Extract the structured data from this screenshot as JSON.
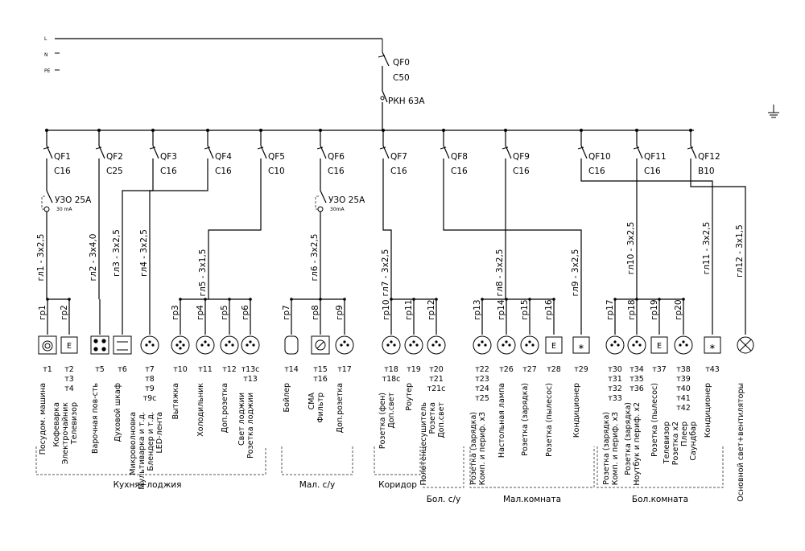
{
  "supply": {
    "l": "L",
    "n": "N",
    "pe": "PE"
  },
  "main": {
    "breaker": "QF0",
    "rating": "C50",
    "switch": "РКН 63А"
  },
  "groups": [
    {
      "breaker": "QF1",
      "rating": "C16",
      "rcd": "УЗО 25А",
      "rcd_ma": "30 mA",
      "line": "гл1 - 3х2,5",
      "outlets": [
        {
          "label": "гр1",
          "symbol": "washer",
          "points": [
            "т1"
          ],
          "desc": [
            "Посудом. машина"
          ]
        },
        {
          "label": "гр2",
          "symbol": "e-socket",
          "points": [
            "т2",
            "т3",
            "т4"
          ],
          "desc": [
            "Кофеварка",
            "Электрочайник",
            "Телевизор"
          ]
        }
      ]
    },
    {
      "breaker": "QF2",
      "rating": "C25",
      "line": "гл2 - 3х4,0",
      "outlets": [
        {
          "symbol": "hob",
          "points": [
            "т5"
          ],
          "desc": [
            "Варочная пов-сть"
          ]
        }
      ]
    },
    {
      "breaker": "QF3",
      "rating": "C16",
      "line": "гл3 - 3х2,5",
      "outlets": [
        {
          "symbol": "oven",
          "points": [
            "т6"
          ],
          "desc": [
            "Духовой шкаф"
          ]
        }
      ]
    },
    {
      "breaker": "QF4",
      "rating": "C16",
      "line": "гл4 - 3х2,5",
      "outlets": [
        {
          "symbol": "socket",
          "points": [
            "т7",
            "т8",
            "т9",
            "т9с"
          ],
          "desc": [
            "Микроволновка",
            "Мультиварка и т.д.",
            "Блендер и т.д.",
            "LED-лента"
          ]
        }
      ]
    },
    {
      "breaker": "QF5",
      "rating": "C10",
      "line": "гл5 - 3х1,5",
      "outlets": [
        {
          "label": "гр3",
          "symbol": "fan",
          "points": [
            "т10"
          ],
          "desc": [
            "Вытяжка"
          ]
        },
        {
          "label": "гр4",
          "symbol": "socket",
          "points": [
            "т11"
          ],
          "desc": [
            "Холодильник"
          ]
        },
        {
          "label": "гр5",
          "symbol": "socket",
          "points": [
            "т12"
          ],
          "desc": [
            "Доп.розетка"
          ]
        },
        {
          "label": "гр6",
          "symbol": "socket",
          "points": [
            "т13с",
            "т13"
          ],
          "desc": [
            "Свет лоджии",
            "Розетка лоджии"
          ]
        }
      ]
    },
    {
      "breaker": "QF6",
      "rating": "C16",
      "rcd": "УЗО 25А",
      "rcd_ma": "30mA",
      "line": "гл6 - 3х2,5",
      "outlets": [
        {
          "label": "гр7",
          "symbol": "boiler",
          "points": [
            "т14"
          ],
          "desc": [
            "Бойлер"
          ]
        },
        {
          "label": "гр8",
          "symbol": "filter",
          "points": [
            "т15",
            "т16"
          ],
          "desc": [
            "СМА",
            "Фильтр"
          ]
        },
        {
          "label": "гр9",
          "symbol": "socket",
          "points": [
            "т17"
          ],
          "desc": [
            "Доп.розетка"
          ]
        }
      ]
    },
    {
      "breaker": "QF7",
      "rating": "C16",
      "line": "гл7 - 3х2,5",
      "outlets": [
        {
          "label": "гр10",
          "symbol": "socket",
          "points": [
            "т18",
            "т18с"
          ],
          "desc": [
            "Розетка (фен)",
            "Доп.свет"
          ]
        },
        {
          "label": "гр11",
          "symbol": "socket",
          "points": [
            "т19"
          ],
          "desc": [
            "Роутер"
          ]
        },
        {
          "label": "гр12",
          "symbol": "socket",
          "points": [
            "т20",
            "т21",
            "т21с"
          ],
          "desc": [
            "Полотенцесушитель",
            "Розетка",
            "Доп.свет"
          ]
        }
      ]
    },
    {
      "breaker": "QF8",
      "rating": "C16",
      "line": "гл8 - 3х2,5",
      "outlets": [
        {
          "label": "гр13",
          "symbol": "socket",
          "points": [
            "т22",
            "т23",
            "т24",
            "т25"
          ],
          "desc": [
            "Розетка (зарядка)",
            "Комп. и периф. х3"
          ]
        },
        {
          "label": "гр14",
          "symbol": "socket",
          "points": [
            "т26"
          ],
          "desc": [
            "Настольная лампа"
          ]
        },
        {
          "label": "гр15",
          "symbol": "socket",
          "points": [
            "т27"
          ],
          "desc": [
            "Розетка (зарядка)"
          ]
        },
        {
          "label": "гр16",
          "symbol": "e-socket",
          "points": [
            "т28"
          ],
          "desc": [
            "Розетка (пылесос)"
          ]
        }
      ]
    },
    {
      "breaker": "QF9",
      "rating": "C16",
      "line": "гл9 - 3х2,5",
      "outlets": [
        {
          "symbol": "ac",
          "points": [
            "т29"
          ],
          "desc": [
            "Кондиционер"
          ]
        }
      ]
    },
    {
      "breaker": "QF10",
      "rating": "C16",
      "line": "гл10 - 3х2,5",
      "outlets": [
        {
          "label": "гр17",
          "symbol": "socket",
          "points": [
            "т30",
            "т31",
            "т32",
            "т33"
          ],
          "desc": [
            "Розетка (зарядка)",
            "Комп. и периф. х3"
          ]
        },
        {
          "label": "гр18",
          "symbol": "socket",
          "points": [
            "т34",
            "т35",
            "т36"
          ],
          "desc": [
            "Розетка (зарядка)",
            "Ноутбук и периф. х2"
          ]
        },
        {
          "label": "гр19",
          "symbol": "e-socket",
          "points": [
            "т37"
          ],
          "desc": [
            "Розетка (пылесос)"
          ]
        },
        {
          "label": "гр20",
          "symbol": "socket",
          "points": [
            "т38",
            "т39",
            "т40",
            "т41",
            "т42"
          ],
          "desc": [
            "Телевизор",
            "Розетка х2",
            "Плеер",
            "Саундбар"
          ]
        }
      ]
    },
    {
      "breaker": "QF11",
      "rating": "C16",
      "line": "гл11 - 3х2,5",
      "outlets": [
        {
          "symbol": "ac",
          "points": [
            "т43"
          ],
          "desc": [
            "Кондиционер"
          ]
        }
      ]
    },
    {
      "breaker": "QF12",
      "rating": "B10",
      "line": "гл12 - 3х1,5",
      "outlets": [
        {
          "symbol": "lamp",
          "desc": [
            "Основной свет+вентиляторы"
          ]
        }
      ]
    }
  ],
  "rooms": [
    "Кухня+лоджия",
    "Мал. с/у",
    "Коридор",
    "Бол. с/у",
    "Мал.комната",
    "Бол.комната"
  ]
}
